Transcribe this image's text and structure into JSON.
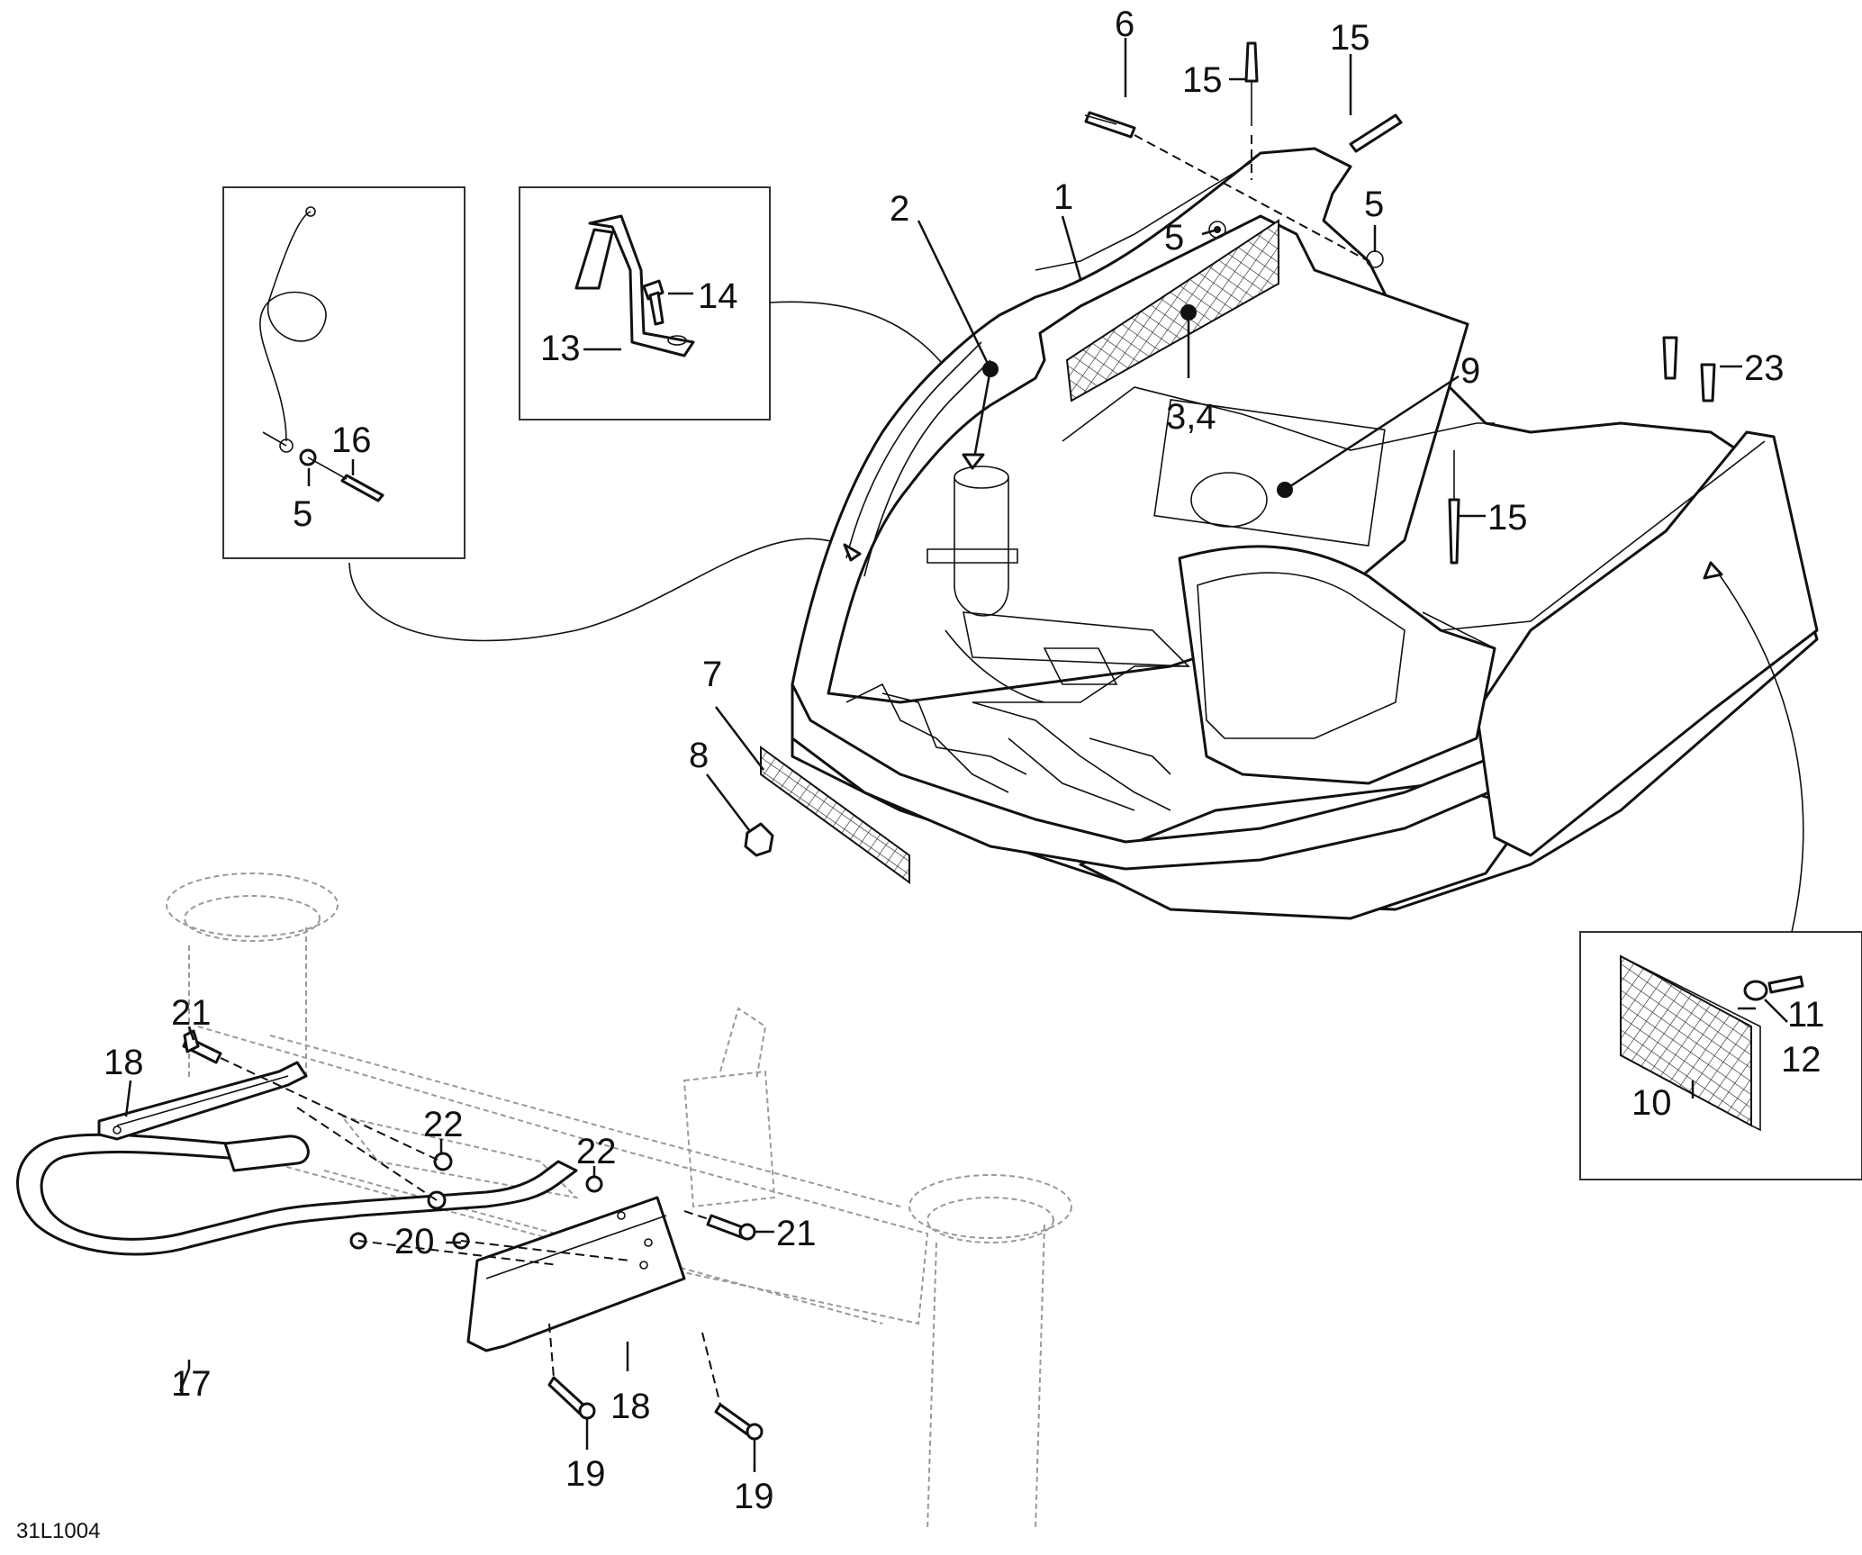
{
  "figure_id": "31L1004",
  "callouts": {
    "c1": "1",
    "c2": "2",
    "c34": "3,4",
    "c5a": "5",
    "c5b": "5",
    "c5c": "5",
    "c6": "6",
    "c7": "7",
    "c8": "8",
    "c9": "9",
    "c10": "10",
    "c11": "11",
    "c12": "12",
    "c13": "13",
    "c14": "14",
    "c15a": "15",
    "c15b": "15",
    "c15c": "15",
    "c16": "16",
    "c17": "17",
    "c18a": "18",
    "c18b": "18",
    "c19a": "19",
    "c19b": "19",
    "c20": "20",
    "c21a": "21",
    "c21b": "21",
    "c22a": "22",
    "c22b": "22",
    "c23": "23"
  }
}
